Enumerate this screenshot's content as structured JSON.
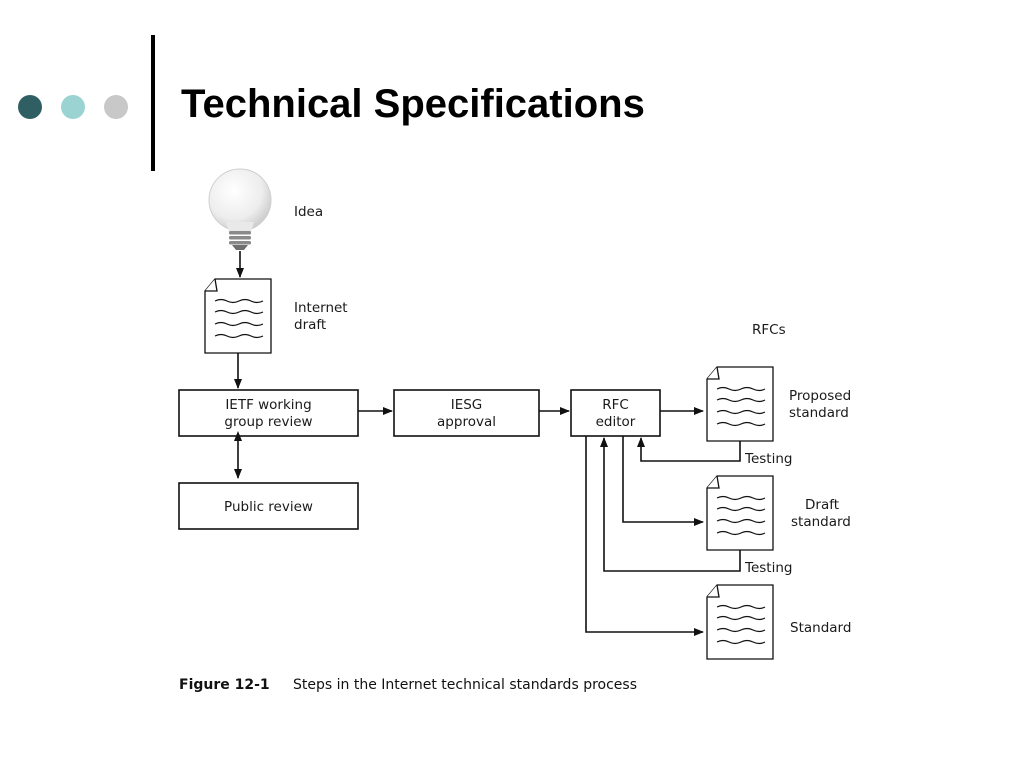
{
  "slide": {
    "title": "Technical Specifications"
  },
  "diagram": {
    "idea": "Idea",
    "internet_draft": [
      "Internet",
      "draft"
    ],
    "ietf_review": [
      "IETF working",
      "group review"
    ],
    "public_review": "Public review",
    "iesg_approval": [
      "IESG",
      "approval"
    ],
    "rfc_editor": [
      "RFC",
      "editor"
    ],
    "rfcs_heading": "RFCs",
    "proposed_standard": [
      "Proposed",
      "standard"
    ],
    "draft_standard": [
      "Draft",
      "standard"
    ],
    "standard": "Standard",
    "testing_1": "Testing",
    "testing_2": "Testing"
  },
  "caption": {
    "figure_number": "Figure 12-1",
    "text": "Steps in the Internet technical standards process"
  },
  "colors": {
    "dot_dark": "#2f5f63",
    "dot_light": "#9bd3d3",
    "dot_gray": "#c8c8c8"
  }
}
